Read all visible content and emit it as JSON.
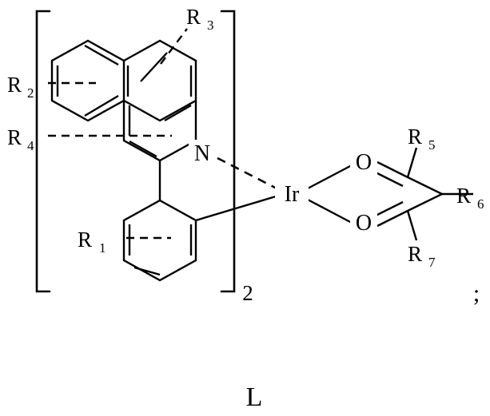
{
  "figure": {
    "type": "chemical-structure",
    "caption": "L",
    "terminator": ";",
    "bracket_subscript": "2",
    "atoms": {
      "nitrogen": "N",
      "iridium": "Ir",
      "oxygen_top": "O",
      "oxygen_bottom": "O"
    },
    "substituents": [
      {
        "id": "r1",
        "base": "R",
        "sub": "1"
      },
      {
        "id": "r2",
        "base": "R",
        "sub": "2"
      },
      {
        "id": "r3",
        "base": "R",
        "sub": "3"
      },
      {
        "id": "r4",
        "base": "R",
        "sub": "4"
      },
      {
        "id": "r5",
        "base": "R",
        "sub": "5"
      },
      {
        "id": "r6",
        "base": "R",
        "sub": "6"
      },
      {
        "id": "r7",
        "base": "R",
        "sub": "7"
      }
    ],
    "colors": {
      "line": "#000000",
      "background": "#ffffff"
    }
  }
}
